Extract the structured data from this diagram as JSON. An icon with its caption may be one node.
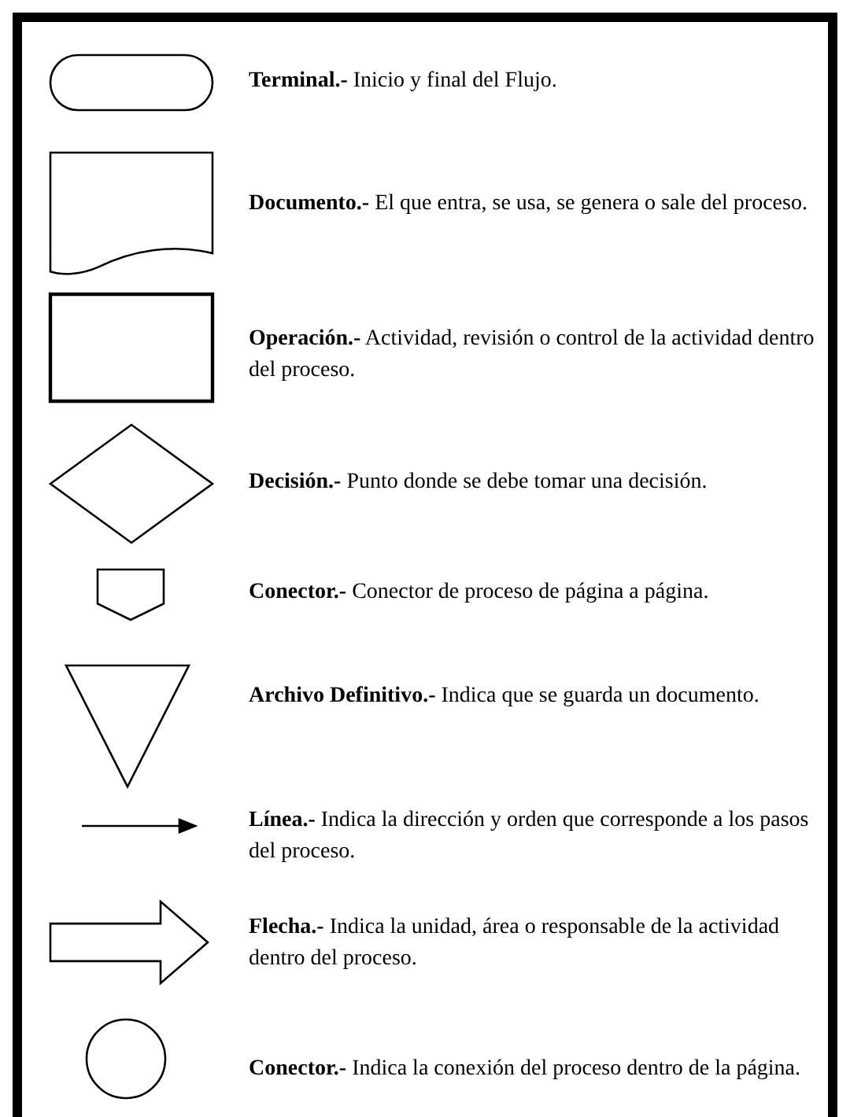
{
  "diagram": {
    "nodes": [
      {
        "text": [],
        "shape": "stadium",
        "beside": [
          "**Terminal.-** Inicio y final del Flujo."
        ]
      },
      {
        "text": [],
        "shape": "document",
        "beside": [
          "**Documento.-** El que entra, se usa, se genera o sale del proceso."
        ]
      },
      {
        "text": [],
        "shape": "box",
        "beside": [
          "**Operación.-** Actividad, revisión o control de la actividad dentro del proceso."
        ]
      },
      {
        "text": [],
        "shape": "diamond",
        "beside": [
          "**Decisión.-** Punto donde se debe tomar una decisión."
        ]
      },
      {
        "text": [],
        "shape": "pentagon",
        "beside": [
          "**Conector.-** Conector de proceso de página a página."
        ]
      },
      {
        "text": [],
        "shape": "triangle",
        "beside": [
          "**Archivo Definitivo.-** Indica que se guarda un documento."
        ]
      },
      {
        "text": [],
        "shape": "line",
        "beside": [
          "**Línea.-** Indica la dirección y orden que corresponde a los pasos del proceso."
        ]
      },
      {
        "text": [],
        "shape": "arrow",
        "beside": [
          "**Flecha.-** Indica la unidad, área o responsable de la actividad dentro del proceso."
        ]
      },
      {
        "text": [],
        "shape": "circle",
        "beside": [
          "**Conector.-** Indica la conexión del proceso dentro de la página."
        ]
      }
    ]
  }
}
